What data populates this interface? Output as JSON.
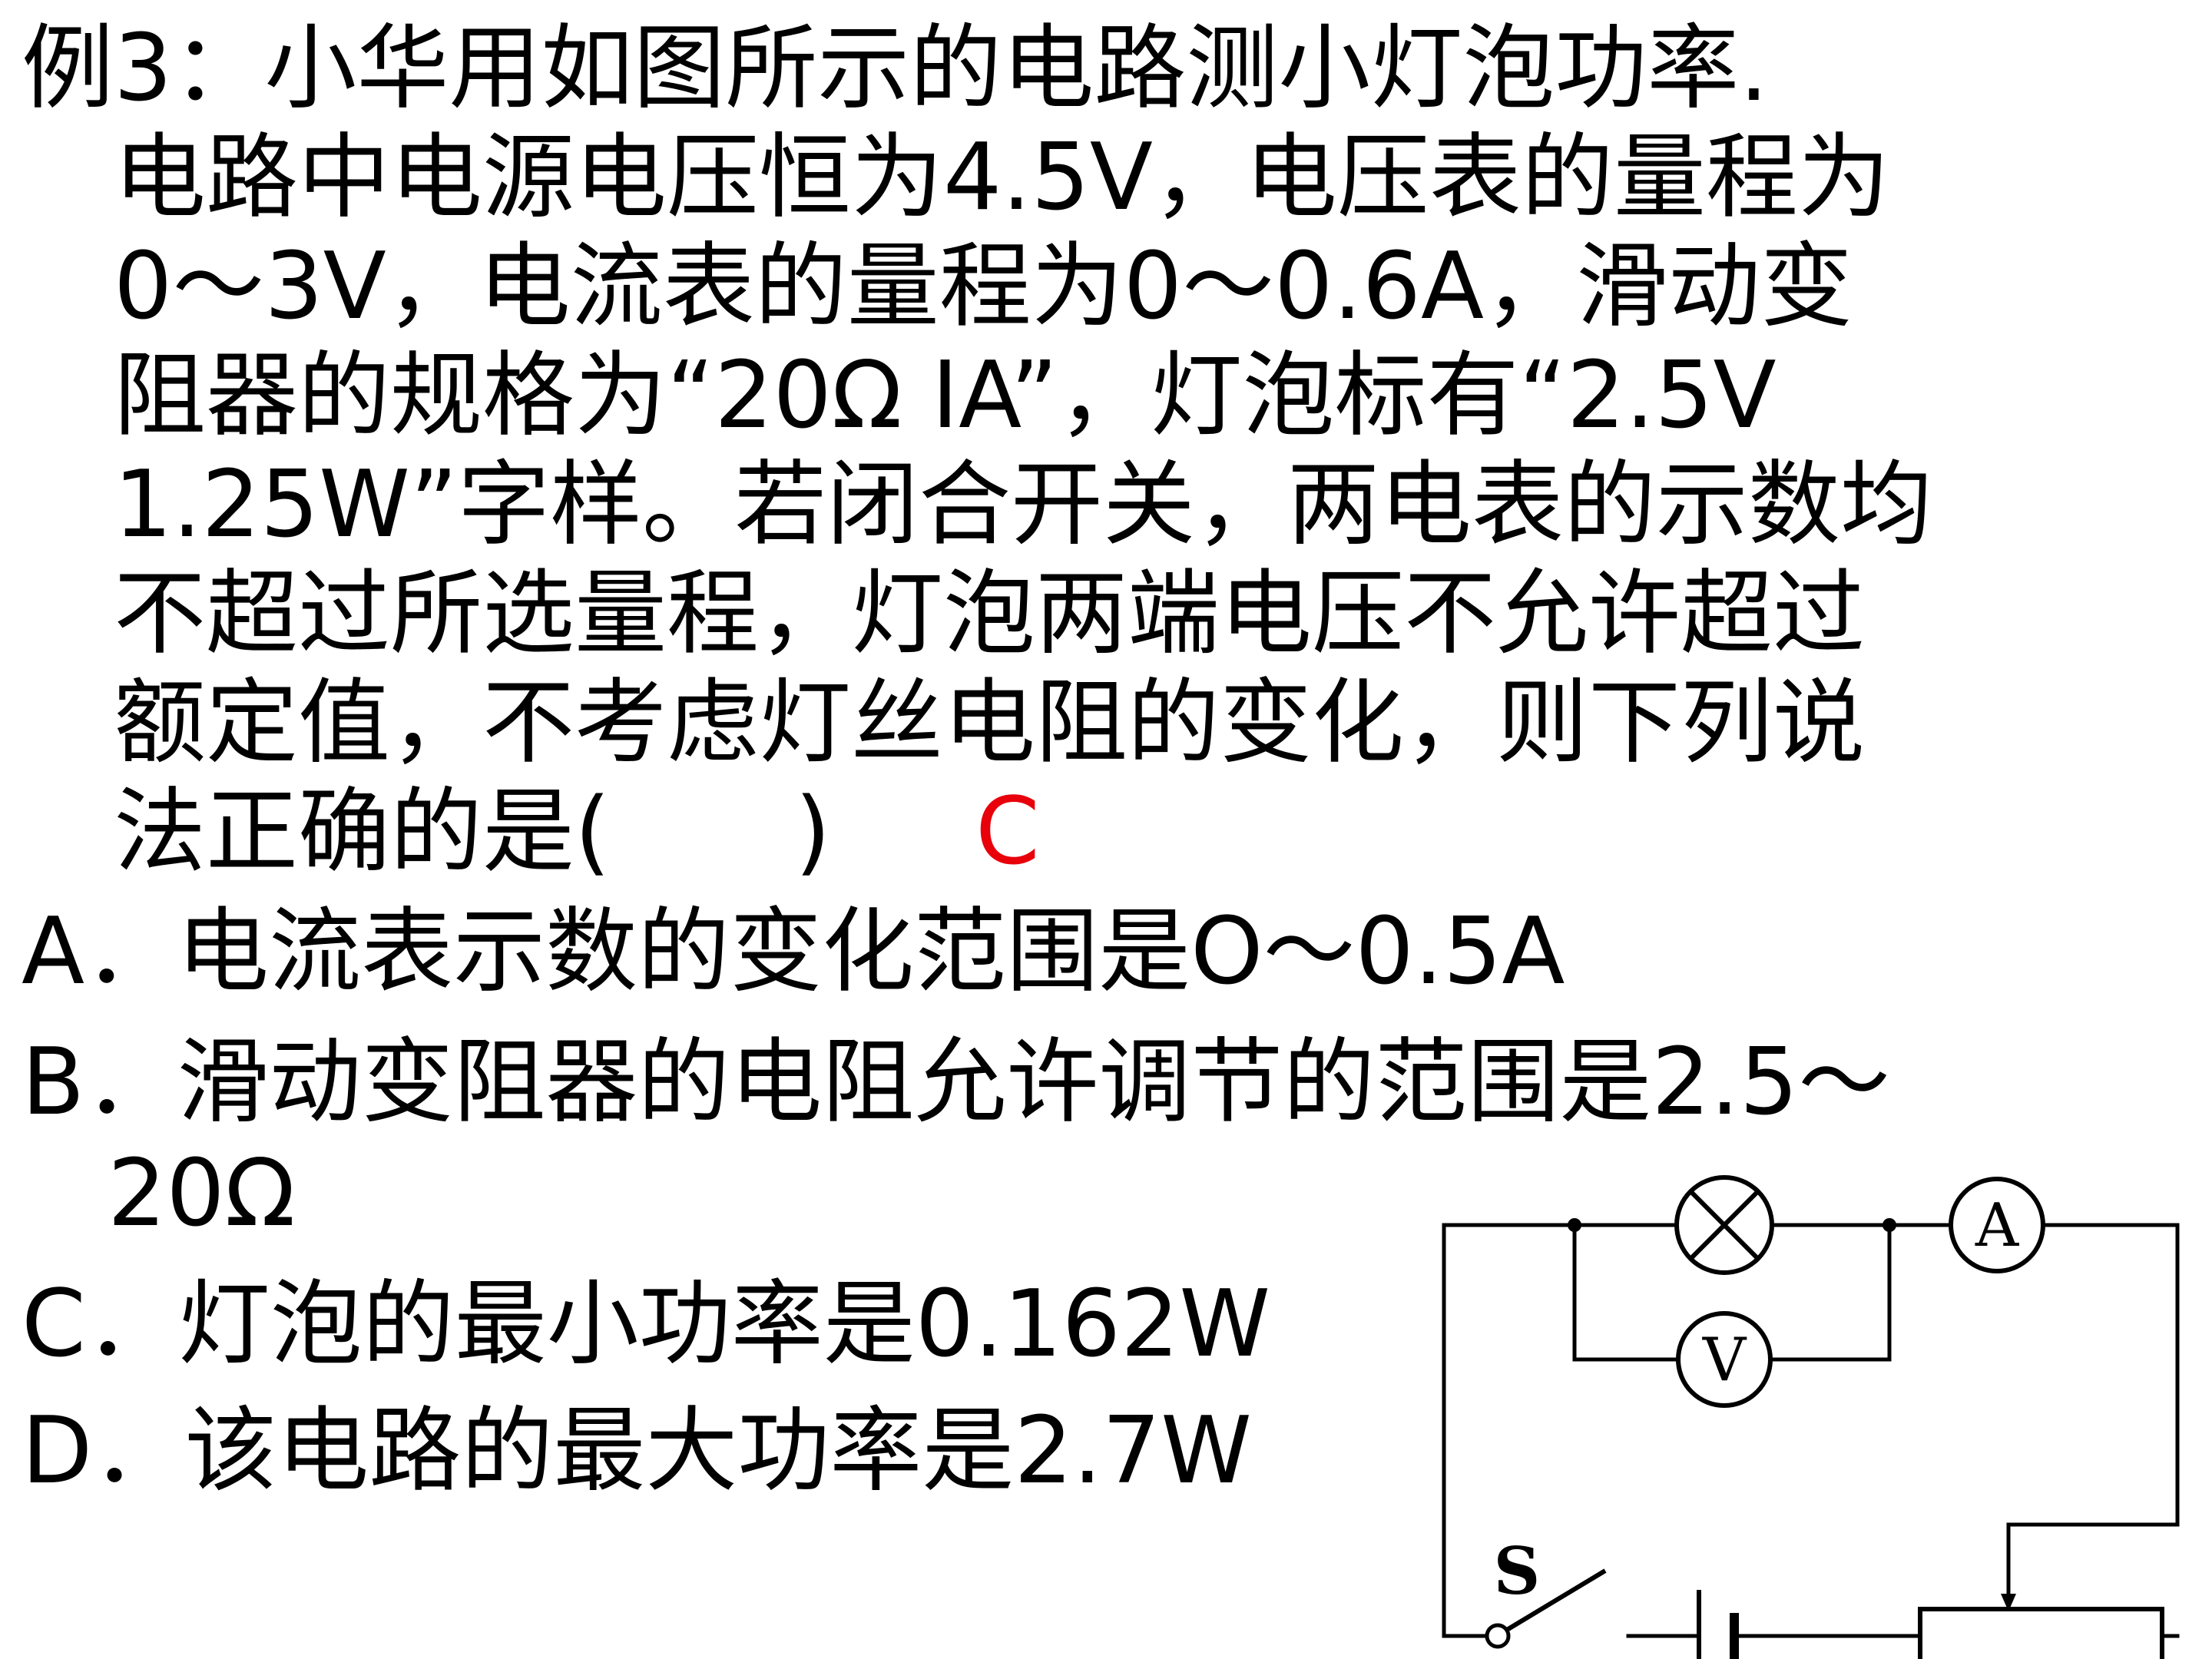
{
  "question": {
    "lines": [
      "例3：小华用如图所示的电路测小灯泡功率.",
      "电路中电源电压恒为4.5V，电压表的量程为",
      "0～3V，电流表的量程为0～0.6A，滑动变",
      "阻器的规格为“20Ω IA”，灯泡标有“2.5V",
      "1.25W”字样。若闭合开关，两电表的示数均",
      "不超过所选量程，灯泡两端电压不允许超过",
      "额定值，不考虑灯丝电阻的变化，则下列说",
      "法正确的是(　　)"
    ],
    "answer": "C",
    "answer_color": "#e8000b"
  },
  "options": [
    {
      "line": "A．电流表示数的变化范围是O～0.5A"
    },
    {
      "line": "B．滑动变阻器的电阻允许调节的范围是2.5～"
    },
    {
      "line": "20Ω"
    },
    {
      "line": "C．灯泡的最小功率是0.162W"
    },
    {
      "line": "D．该电路的最大功率是2.7W"
    }
  ],
  "circuit": {
    "ammeter_label": "A",
    "voltmeter_label": "V",
    "switch_label": "S",
    "lamp_icon": "lamp-cross-icon"
  }
}
